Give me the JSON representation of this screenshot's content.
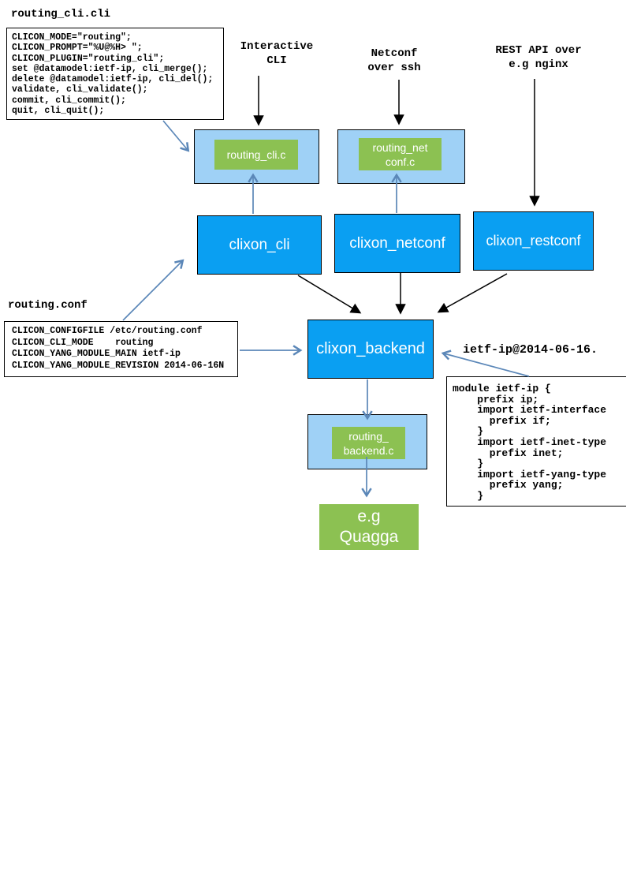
{
  "colors": {
    "node_blue": "#0a9ff2",
    "plugin_lightblue": "#9fd1f6",
    "green": "#8cc152",
    "arrow_blue": "#5b87b8",
    "arrow_black": "#000000",
    "node_text": "#ffffff",
    "code_text": "#000000",
    "background": "#ffffff"
  },
  "titles": {
    "cli_file": "routing_cli.cli",
    "conf_file": "routing.conf",
    "yang_file_label": "ietf-ip@2014-06-16."
  },
  "labels": {
    "interactive": "Interactive\nCLI",
    "netconf": "Netconf\nover ssh",
    "restapi": "REST API over\ne.g nginx"
  },
  "code": {
    "cli_lines": [
      "CLICON_MODE=\"routing\";",
      "CLICON_PROMPT=\"%U@%H> \";",
      "CLICON_PLUGIN=\"routing_cli\";",
      "set @datamodel:ietf-ip, cli_merge();",
      "delete @datamodel:ietf-ip, cli_del();",
      "validate, cli_validate();",
      "commit, cli_commit();",
      "quit, cli_quit();"
    ],
    "conf_lines": [
      "CLICON_CONFIGFILE /etc/routing.conf",
      "CLICON_CLI_MODE    routing",
      "CLICON_YANG_MODULE_MAIN ietf-ip",
      "CLICON_YANG_MODULE_REVISION 2014-06-16N"
    ],
    "yang_lines": [
      "module ietf-ip {",
      "    prefix ip;",
      "    import ietf-interface",
      "      prefix if;",
      "    }",
      "    import ietf-inet-type",
      "      prefix inet;",
      "    }",
      "    import ietf-yang-type",
      "      prefix yang;",
      "    }"
    ]
  },
  "nodes": {
    "cli": "clixon_cli",
    "netconf": "clixon_netconf",
    "restconf": "clixon_restconf",
    "backend": "clixon_backend",
    "plugin_cli": "routing_cli.c",
    "plugin_netconf": "routing_net\nconf.c",
    "plugin_backend": "routing_\nbackend.c",
    "quagga": "e.g\nQuagga"
  }
}
